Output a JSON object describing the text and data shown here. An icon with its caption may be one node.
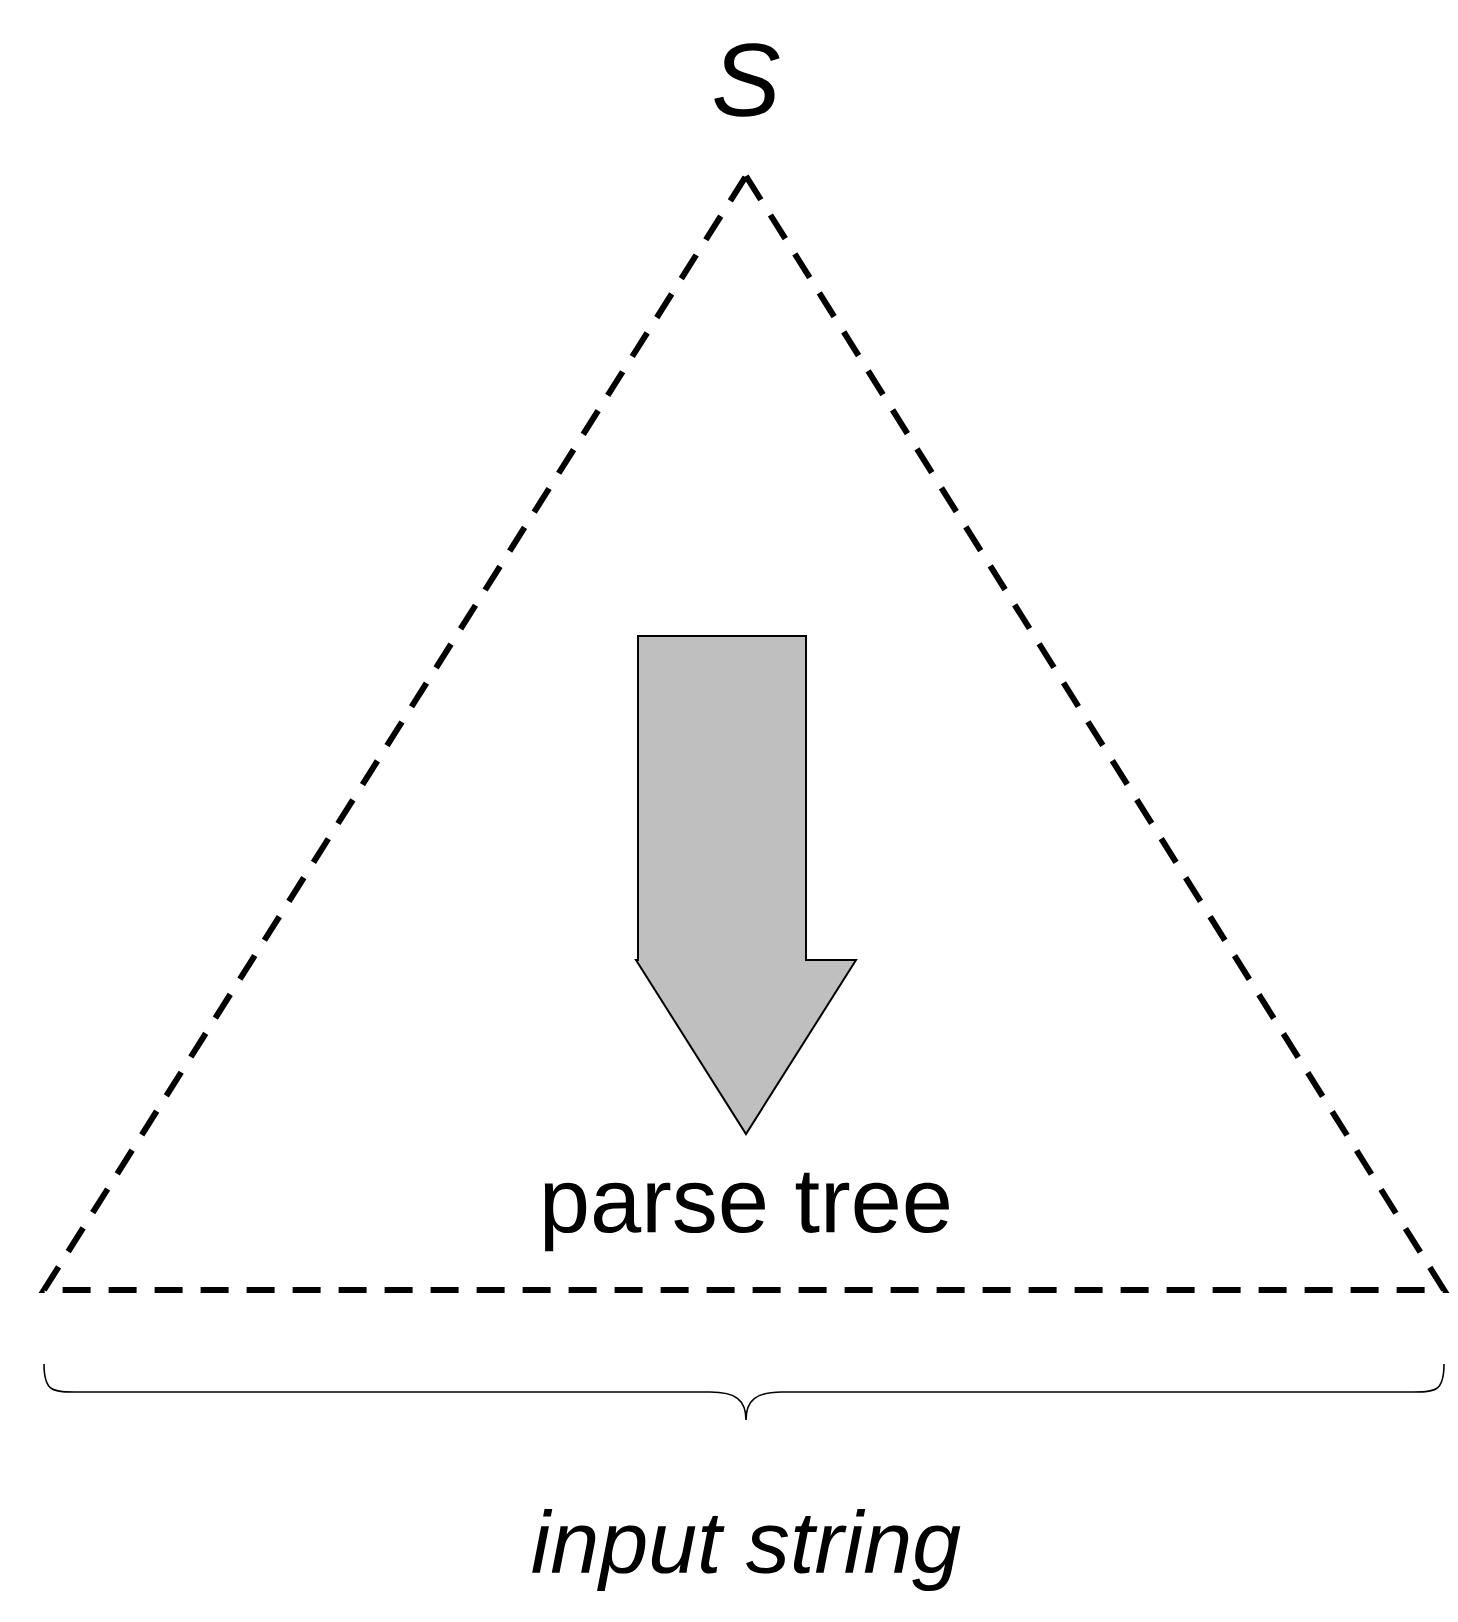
{
  "diagram": {
    "nodes": [
      {
        "text": [
          "parse tree"
        ],
        "beside": [
          "S"
        ]
      }
    ],
    "labels": [
      "input string"
    ]
  }
}
